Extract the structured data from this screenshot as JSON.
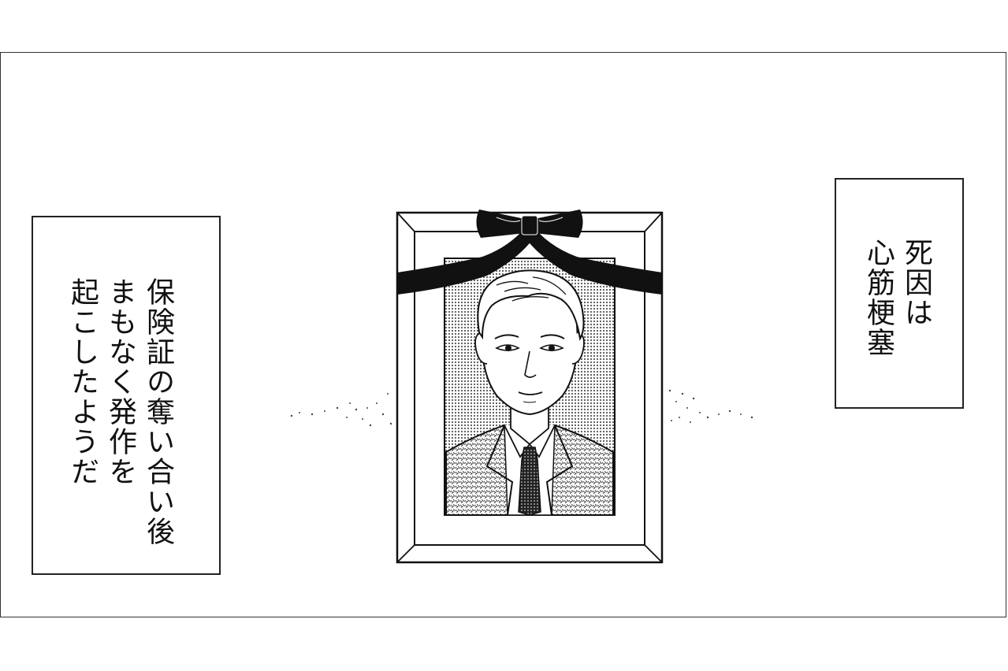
{
  "captions": {
    "left": {
      "lines": [
        "保険証の奪い合い後",
        "まもなく発作を",
        "起こしたようだ"
      ]
    },
    "right": {
      "lines": [
        "死因は",
        "心筋梗塞"
      ]
    }
  },
  "colors": {
    "ink": "#111111",
    "paper": "#ffffff",
    "screentone": "#a8a8a8"
  }
}
